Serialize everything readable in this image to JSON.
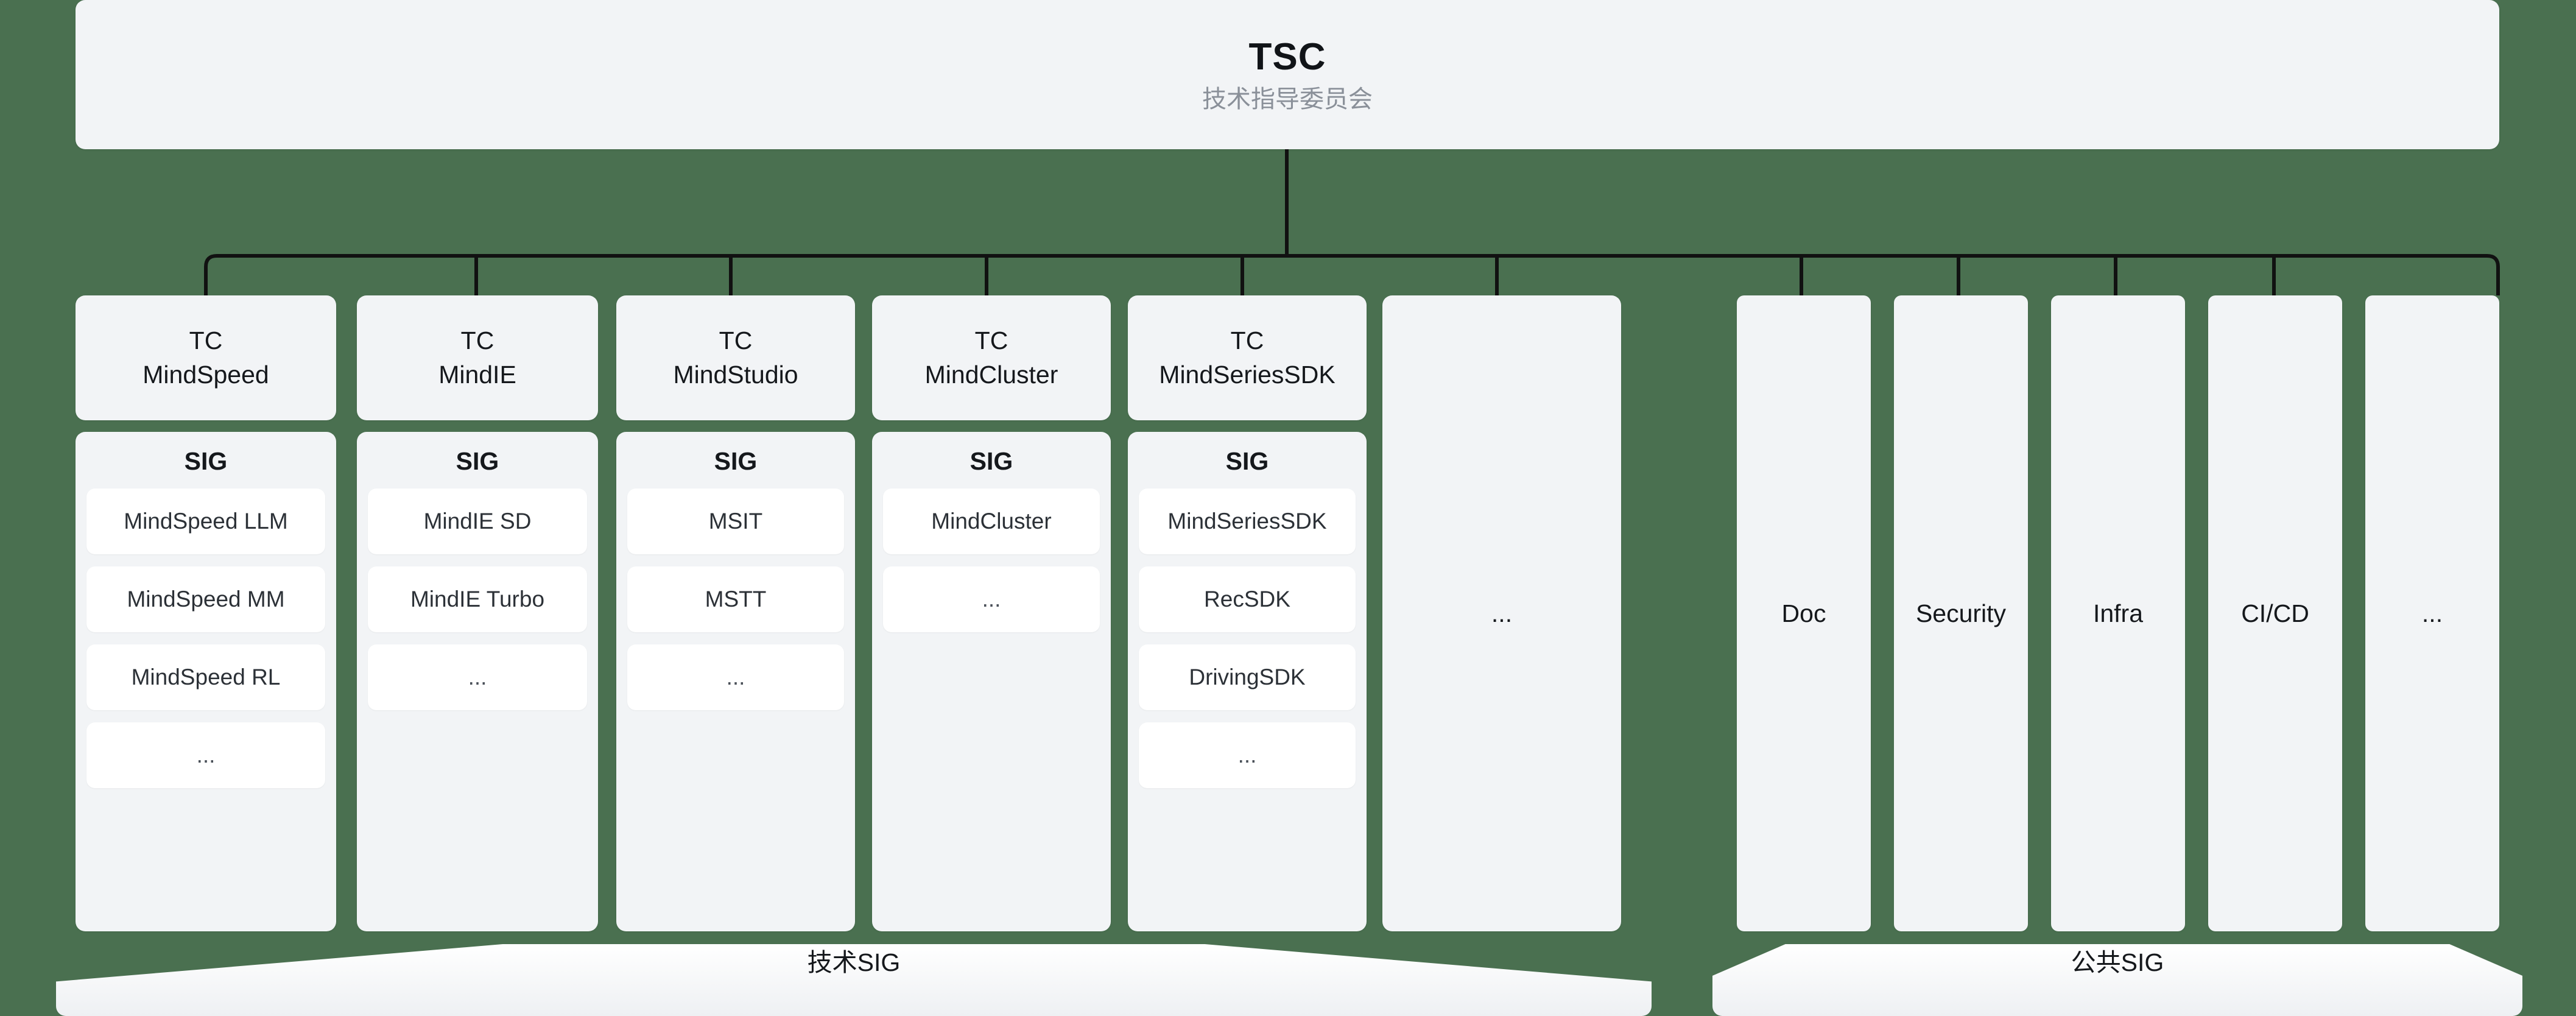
{
  "root": {
    "title": "TSC",
    "subtitle": "技术指导委员会"
  },
  "tech_columns": [
    {
      "tc_prefix": "TC",
      "tc_name": "MindSpeed",
      "sig_heading": "SIG",
      "sig_items": [
        "MindSpeed LLM",
        "MindSpeed MM",
        "MindSpeed RL",
        "..."
      ]
    },
    {
      "tc_prefix": "TC",
      "tc_name": "MindIE",
      "sig_heading": "SIG",
      "sig_items": [
        "MindIE SD",
        "MindIE Turbo",
        "..."
      ]
    },
    {
      "tc_prefix": "TC",
      "tc_name": "MindStudio",
      "sig_heading": "SIG",
      "sig_items": [
        "MSIT",
        "MSTT",
        "..."
      ]
    },
    {
      "tc_prefix": "TC",
      "tc_name": "MindCluster",
      "sig_heading": "SIG",
      "sig_items": [
        "MindCluster",
        "..."
      ]
    },
    {
      "tc_prefix": "TC",
      "tc_name": "MindSeriesSDK",
      "sig_heading": "SIG",
      "sig_items": [
        "MindSeriesSDK",
        "RecSDK",
        "DrivingSDK",
        "..."
      ]
    }
  ],
  "tech_placeholder": {
    "label": "..."
  },
  "public_columns": [
    {
      "label": "Doc"
    },
    {
      "label": "Security"
    },
    {
      "label": "Infra"
    },
    {
      "label": "CI/CD"
    },
    {
      "label": "..."
    }
  ],
  "banners": {
    "tech": "技术SIG",
    "public": "公共SIG"
  },
  "colors": {
    "background": "#4a7050",
    "card": "#f2f4f6",
    "chip": "#ffffff",
    "text": "#15181c",
    "muted": "#8a9099",
    "connector": "#111111"
  }
}
